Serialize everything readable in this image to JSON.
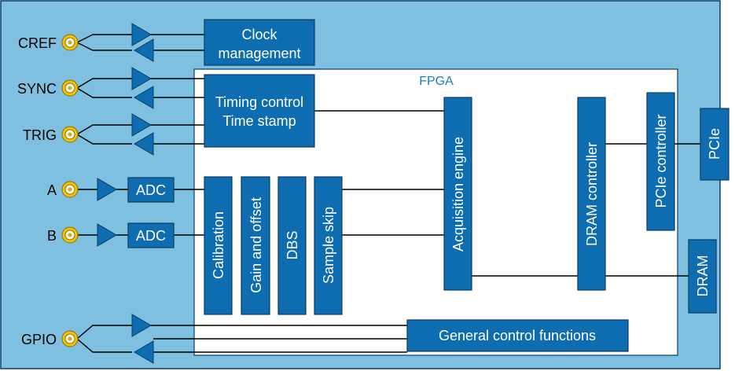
{
  "colors": {
    "board_bg": "#7fbfe0",
    "fpga_bg": "#ffffff",
    "block": "#0e6db0",
    "connector": "#f5c400"
  },
  "fpga_label": "FPGA",
  "inputs": {
    "cref": "CREF",
    "sync": "SYNC",
    "trig": "TRIG",
    "a": "A",
    "b": "B",
    "gpio": "GPIO"
  },
  "blocks": {
    "clock_management": [
      "Clock",
      "management"
    ],
    "timing_control": [
      "Timing control",
      "Time stamp"
    ],
    "adc_a": "ADC",
    "adc_b": "ADC",
    "calibration": "Calibration",
    "gain_offset": "Gain and offset",
    "dbs": "DBS",
    "sample_skip": "Sample skip",
    "acquisition_engine": "Acquisition engine",
    "dram_controller": "DRAM controller",
    "pcie_controller": "PCIe controller",
    "pcie": "PCIe",
    "dram": "DRAM",
    "general_control": "General control functions"
  }
}
